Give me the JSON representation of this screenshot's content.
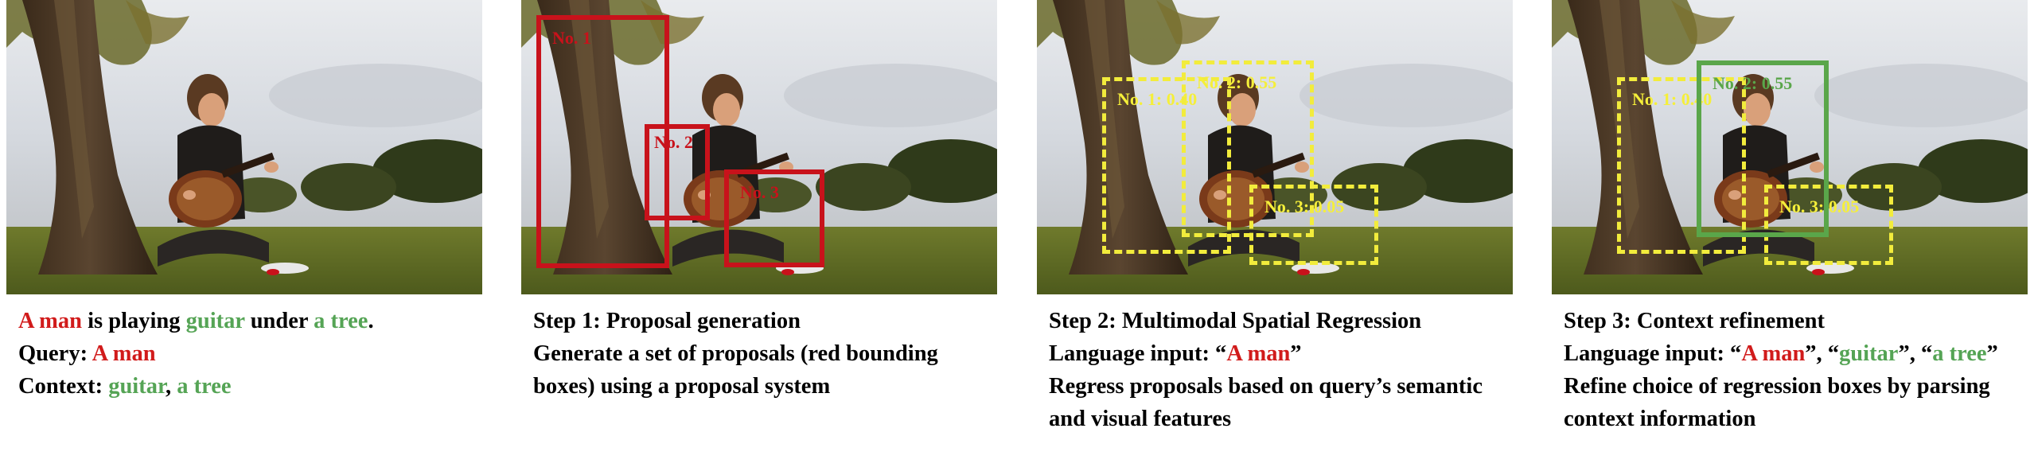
{
  "colors": {
    "query": "#d11b1b",
    "context": "#55a455",
    "proposal_box": "#c8121b",
    "regression_box": "#f2ec3c",
    "refined_box": "#5aa64a"
  },
  "panels": [
    {
      "caption": {
        "sentence": {
          "q": "A man",
          "t1": " is playing ",
          "c1": "guitar",
          "t2": " under ",
          "c2": "a tree",
          "t3": "."
        },
        "query": {
          "label": "Query: ",
          "value": "A man"
        },
        "context": {
          "label": "Context: ",
          "c1": "guitar",
          "sep": ", ",
          "c2": "a tree"
        }
      }
    },
    {
      "boxes": [
        {
          "label": "No. 1"
        },
        {
          "label": "No. 2"
        },
        {
          "label": "No. 3"
        }
      ],
      "caption": {
        "title": "Step 1: Proposal generation",
        "desc": "Generate a set of proposals (red bounding boxes) using a proposal system"
      }
    },
    {
      "boxes": [
        {
          "label": "No. 1: 0.40"
        },
        {
          "label": "No. 2: 0.55"
        },
        {
          "label": "No. 3: 0.05"
        }
      ],
      "caption": {
        "title": "Step 2: Multimodal Spatial Regression",
        "lang_label": "Language input: “",
        "lang_q": "A man",
        "lang_end": "”",
        "desc": "Regress proposals based on query’s semantic and visual features"
      }
    },
    {
      "boxes": [
        {
          "label": "No. 1: 0.40"
        },
        {
          "label": "No. 2: 0.55"
        },
        {
          "label": "No. 3: 0.05"
        }
      ],
      "caption": {
        "title": "Step 3: Context refinement",
        "lang_label": "Language input: “",
        "lang_q": "A man",
        "lang_sep1": "”, “",
        "lang_c1": "guitar",
        "lang_sep2": "”, “",
        "lang_c2": "a tree",
        "lang_end": "”",
        "desc": "Refine choice of regression boxes by parsing context information"
      }
    }
  ]
}
